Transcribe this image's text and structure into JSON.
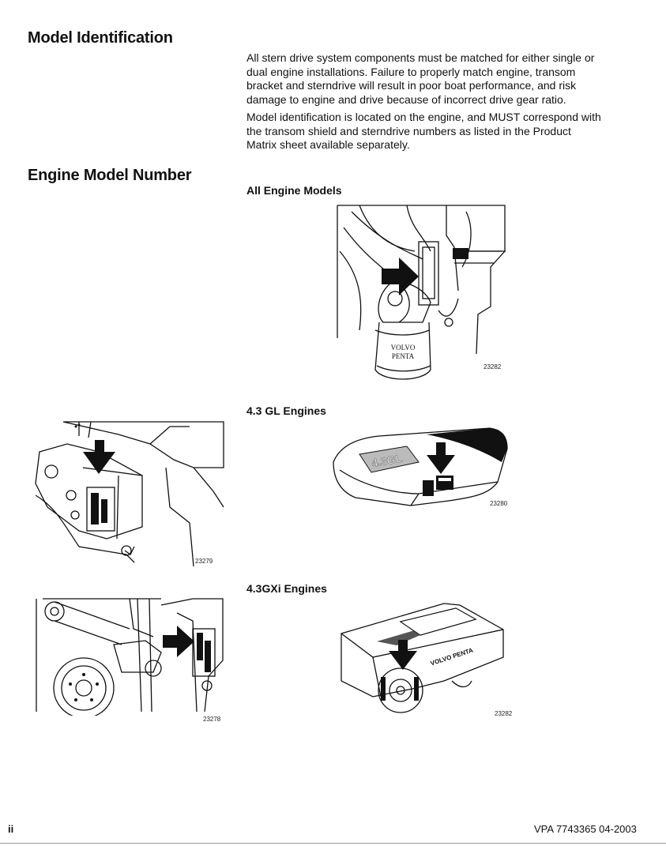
{
  "headings": {
    "model_identification": "Model Identification",
    "engine_model_number": "Engine Model Number"
  },
  "paragraphs": {
    "p1": "All stern drive system components must be matched for either single or dual engine installations. Failure to properly match engine, transom bracket and sterndrive will result in poor boat performance, and risk damage to engine and drive because of incorrect drive gear ratio.",
    "p2": "Model identification is located on the engine, and MUST correspond with the transom shield and sterndrive numbers as listed in the Product Matrix sheet available separately."
  },
  "figures": {
    "all_models": {
      "heading": "All Engine Models",
      "number": "23282",
      "filter_brand_line1": "VOLVO",
      "filter_brand_line2": "PENTA"
    },
    "gl": {
      "heading": "4.3 GL Engines",
      "number_right": "23280",
      "number_left": "23279",
      "cover_badge": "4.3GL"
    },
    "gxi": {
      "heading": "4.3GXi Engines",
      "number_right": "23282",
      "number_left": "23278",
      "cover_brand": "VOLVO PENTA"
    }
  },
  "footer": {
    "page": "ii",
    "doc_ref": "VPA 7743365 04-2003"
  }
}
